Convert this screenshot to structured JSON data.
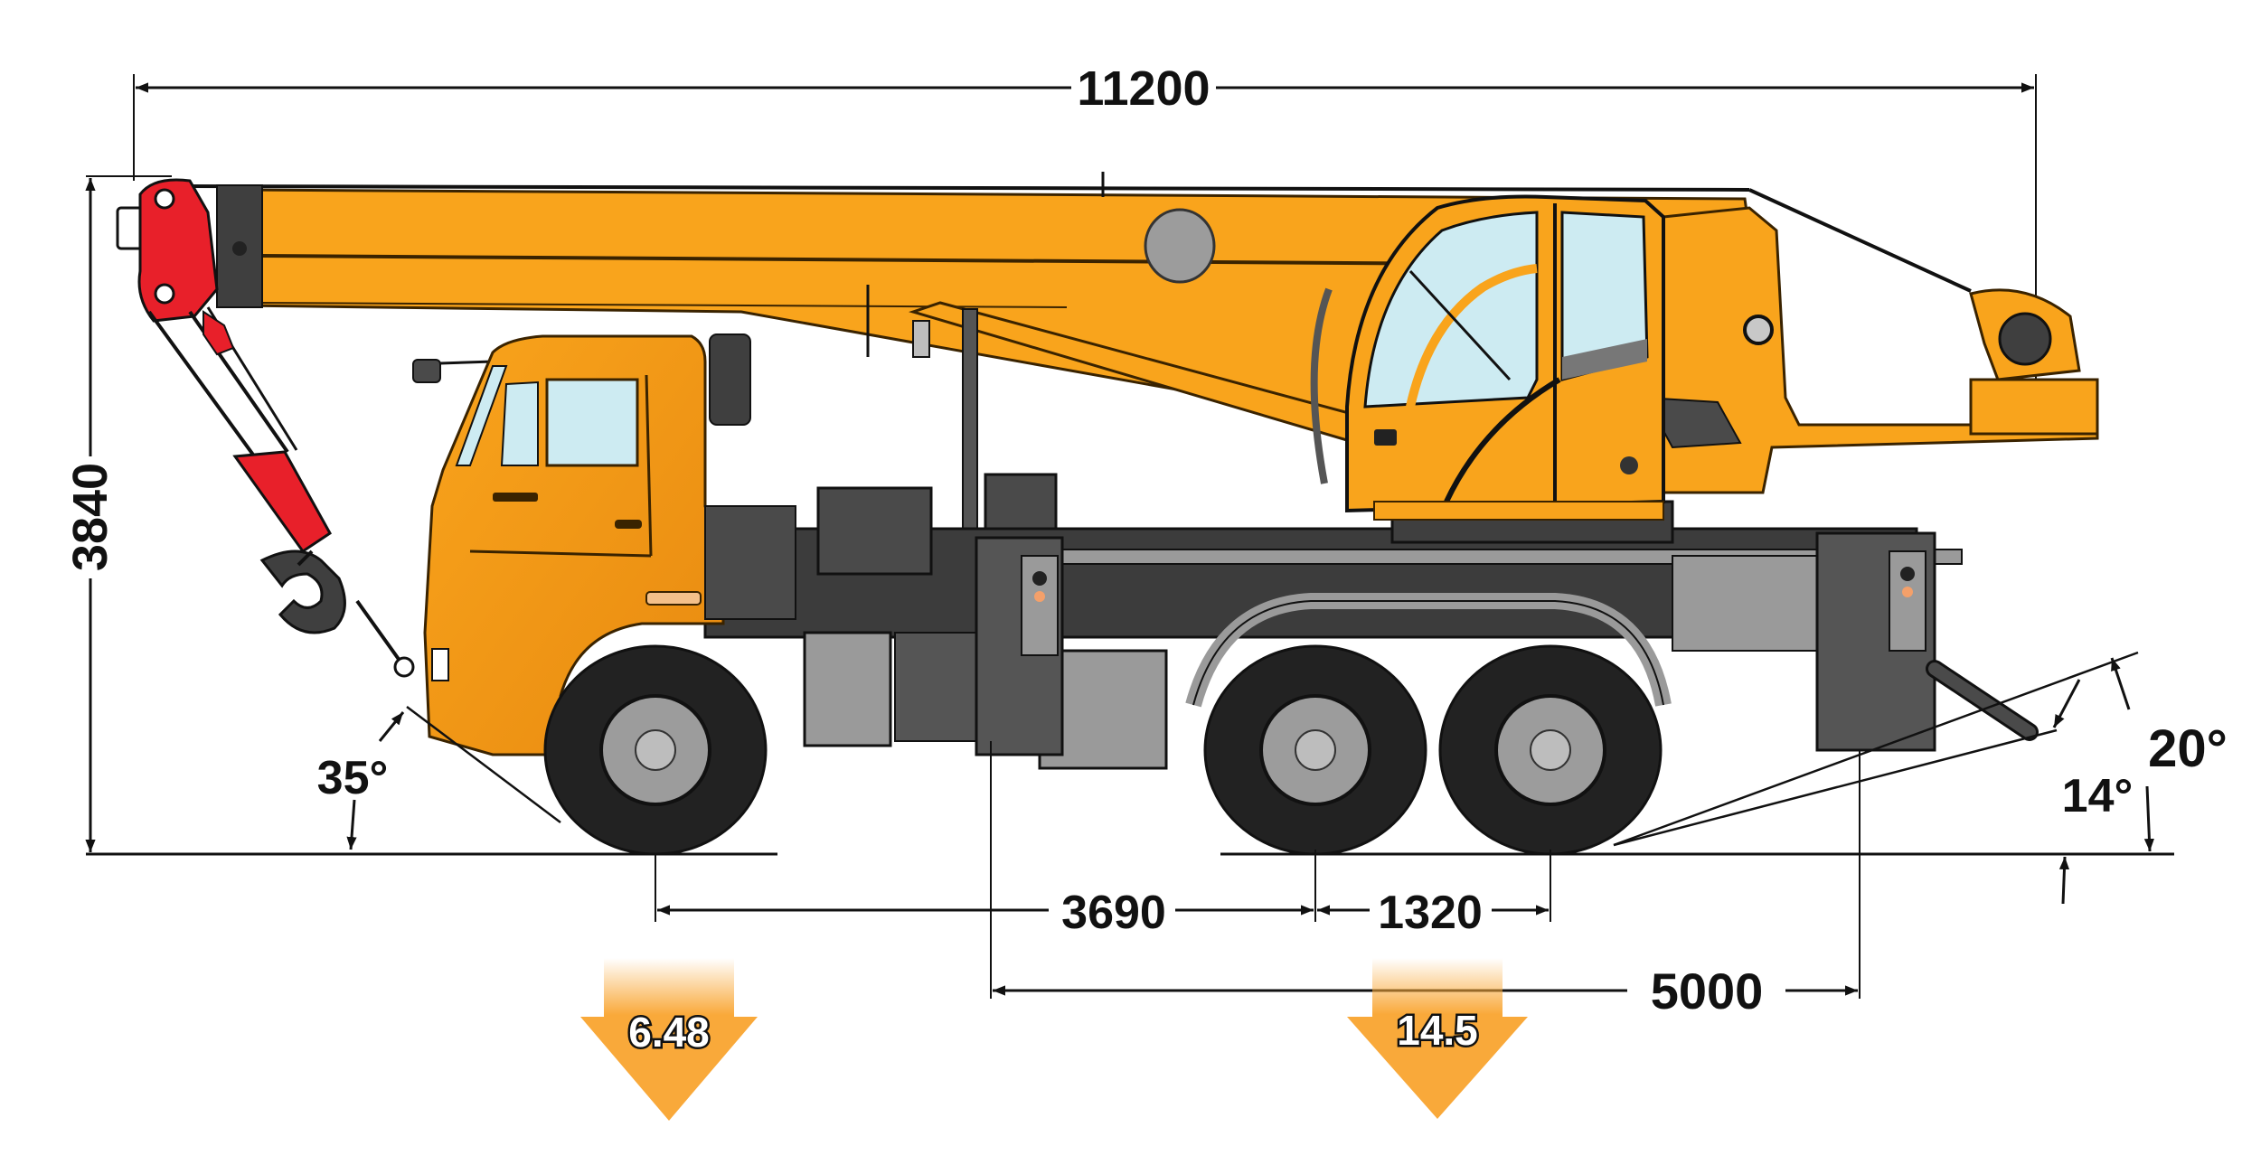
{
  "diagram": {
    "subject": "Truck-mounted telescopic crane, side elevation with dimensions",
    "colors": {
      "boom_orange": "#F9A41C",
      "cab_orange": "#F5A01A",
      "hook_red": "#E8202A",
      "chassis_dark": "#3C3C3C",
      "chassis_mid": "#5A5A5A",
      "chassis_light": "#9A9A9A",
      "glass": "#CDEBF2",
      "load_arrow": "#F9A93A",
      "dimension_line": "#111111"
    },
    "dimensions": {
      "overall_length": {
        "label": "11200",
        "unit": "mm"
      },
      "overall_height": {
        "label": "3840",
        "unit": "mm"
      },
      "wheelbase_front_to_first_rear": {
        "label": "3690",
        "unit": "mm"
      },
      "rear_axle_spacing": {
        "label": "1320",
        "unit": "mm"
      },
      "outrigger_base": {
        "label": "5000",
        "unit": "mm"
      }
    },
    "angles": {
      "approach_angle": {
        "label": "35°"
      },
      "departure_angle_inner": {
        "label": "14°"
      },
      "departure_angle_outer": {
        "label": "20°"
      }
    },
    "axle_loads": [
      {
        "label": "6.48",
        "position": "front axle"
      },
      {
        "label": "14.5",
        "position": "rear bogie"
      }
    ]
  }
}
